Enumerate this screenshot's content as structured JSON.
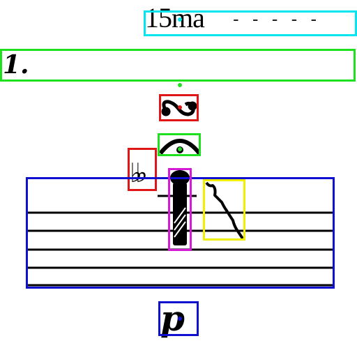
{
  "ottava": {
    "label": "15ma",
    "dashes": "- - - - -"
  },
  "fingering": {
    "label": "1."
  },
  "accidental": {
    "symbol": "♭♭"
  },
  "dynamic": {
    "label": "p"
  },
  "colors": {
    "cyan": "#00e5ee",
    "green": "#1ee01e",
    "red": "#e01515",
    "blue": "#1010d0",
    "magenta": "#d51ad5",
    "yellow": "#f0f000",
    "ink": "#000000"
  },
  "icons": [
    "turn-icon",
    "fermata-icon",
    "double-flat-icon",
    "note-icon",
    "glissando-icon",
    "staff-icon",
    "dynamic-icon"
  ]
}
